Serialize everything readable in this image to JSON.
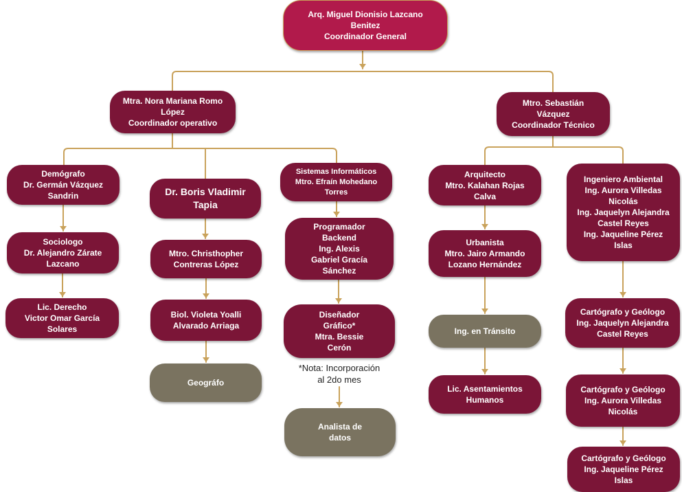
{
  "colors": {
    "connector": "#c9a25b",
    "node_maroon": "#7b1537",
    "node_root": "#b11a4b",
    "node_grey": "#7a7360"
  },
  "nodes": {
    "root": [
      "Arq. Miguel Dionisio Lazcano",
      "Benitez",
      "Coordinador  General"
    ],
    "operativo": [
      "Mtra. Nora Mariana Romo",
      "López",
      "Coordinador operativo"
    ],
    "tecnico": [
      "Mtro. Sebastián",
      "Vázquez",
      "Coordinador Técnico"
    ],
    "demografo": [
      "Demógrafo",
      "Dr. Germán Vázquez",
      "Sandrin"
    ],
    "sociologo": [
      "Sociologo",
      "Dr. Alejandro Zárate",
      "Lazcano"
    ],
    "derecho": [
      "Lic. Derecho",
      "Victor Omar García",
      "Solares"
    ],
    "boris": [
      "Dr. Boris Vladimir",
      "Tapia"
    ],
    "christhopher": [
      "Mtro. Christhopher",
      "Contreras López"
    ],
    "violeta": [
      "Biol. Violeta Yoalli",
      "Alvarado Arriaga"
    ],
    "geografo": [
      "Geográfo"
    ],
    "sistemas": [
      "Sistemas Informáticos",
      "Mtro. Efraín Mohedano",
      "Torres"
    ],
    "programador": [
      "Programador",
      "Backend",
      "Ing. Alexis",
      "Gabriel Gracía",
      "Sánchez"
    ],
    "disenador": [
      "Diseñador",
      "Gráfico*",
      "Mtra. Bessie",
      "Cerón"
    ],
    "analista": [
      "Analista de",
      "datos"
    ],
    "arquitecto": [
      "Arquitecto",
      "Mtro. Kalahan Rojas",
      "Calva"
    ],
    "urbanista": [
      "Urbanista",
      "Mtro. Jairo Armando",
      "Lozano Hernández"
    ],
    "transito": [
      "Ing. en Tránsito"
    ],
    "asentamientos": [
      "Lic. Asentamientos",
      "Humanos"
    ],
    "ambiental": [
      "Ingeniero Ambiental",
      "Ing. Aurora Villedas",
      "Nicolás",
      "Ing. Jaquelyn Alejandra",
      "Castel Reyes",
      "Ing. Jaqueline Pérez",
      "Islas"
    ],
    "cartografo1": [
      "Cartógrafo y Geólogo",
      "Ing. Jaquelyn Alejandra",
      "Castel Reyes"
    ],
    "cartografo2": [
      "Cartógrafo y Geólogo",
      "Ing. Aurora Villedas",
      "Nicolás"
    ],
    "cartografo3": [
      "Cartógrafo y Geólogo",
      "Ing. Jaqueline Pérez",
      "Islas"
    ]
  },
  "note": [
    "*Nota: Incorporación",
    "al 2do mes"
  ]
}
